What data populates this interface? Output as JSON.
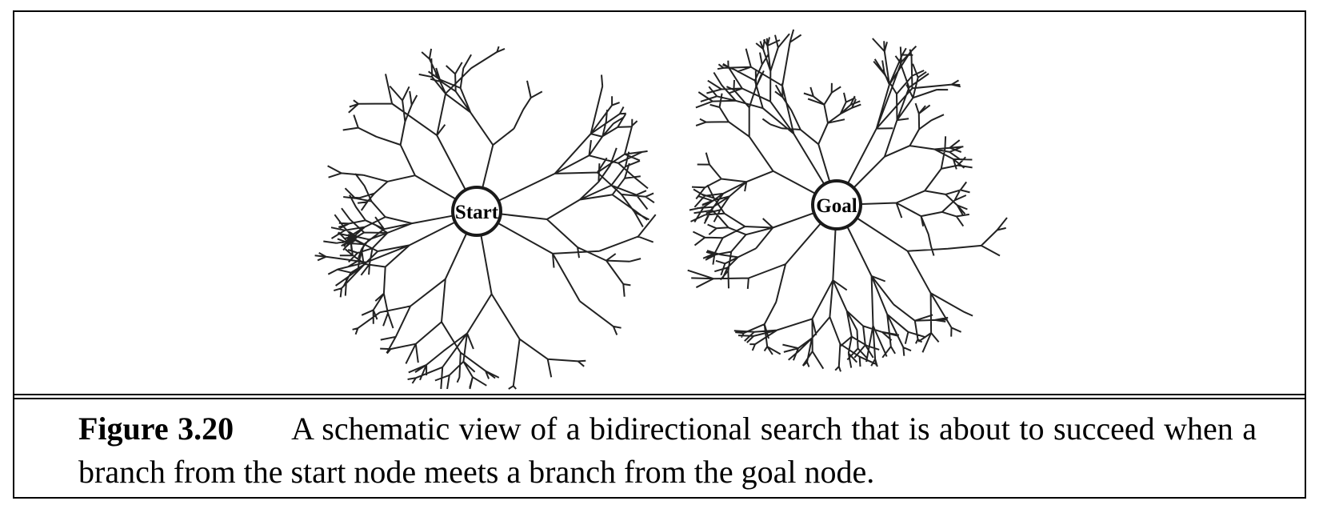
{
  "figure": {
    "caption_label": "Figure 3.20",
    "caption_body": "A schematic view of a bidirectional search that is about to succeed when a branch from the start node meets a branch from the goal node."
  },
  "trees": [
    {
      "label": "Start"
    },
    {
      "label": "Goal"
    }
  ],
  "colors": {
    "background": "#ffffff",
    "border": "#000000",
    "branch_line": "#222222",
    "node_stroke": "#1a1a1a",
    "node_fill": "#ffffff",
    "text": "#000000"
  }
}
